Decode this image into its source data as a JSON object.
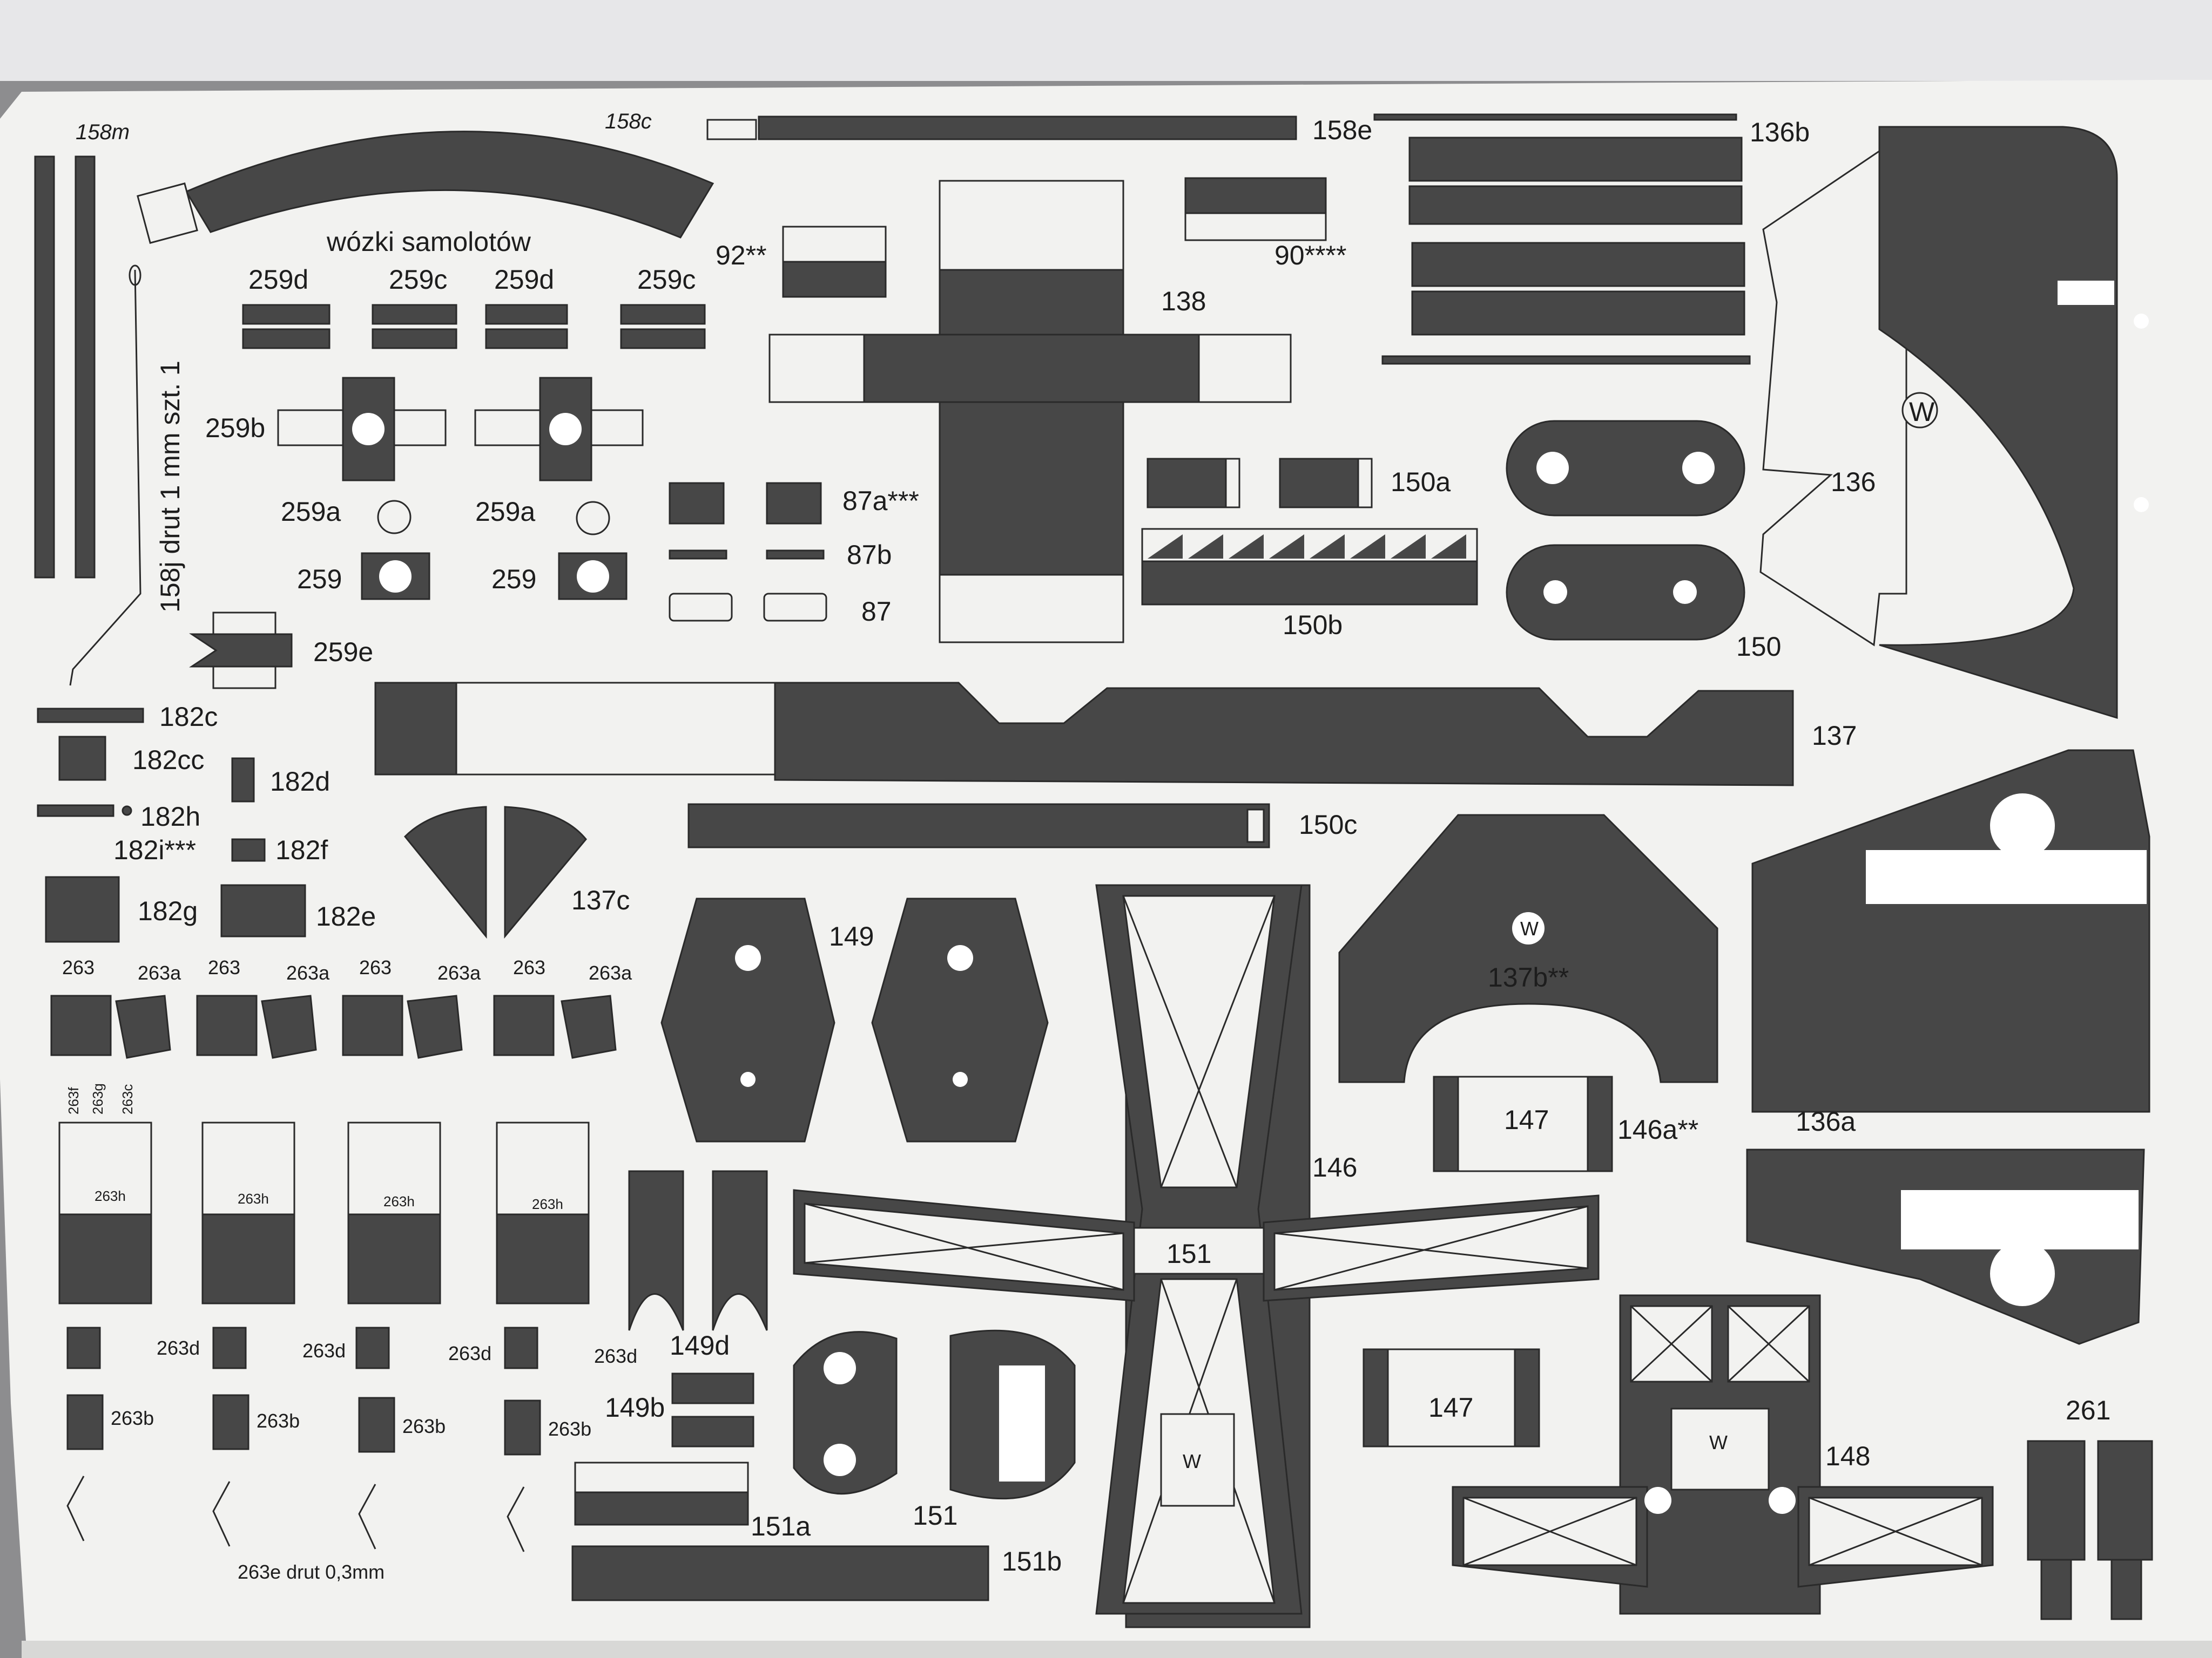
{
  "sheet": {
    "heading": "wózki samolotów",
    "wire_note_158j": "158j drut 1 mm szt. 1",
    "wire_note_263e": "263e drut 0,3mm"
  },
  "labels": {
    "p158m": "158m",
    "p158c": "158c",
    "p158e": "158e",
    "p136b": "136b",
    "p259d_1": "259d",
    "p259c_1": "259c",
    "p259d_2": "259d",
    "p259c_2": "259c",
    "p92": "92**",
    "p90": "90****",
    "p138": "138",
    "p259b": "259b",
    "p259a_1": "259a",
    "p259a_2": "259a",
    "p259_1": "259",
    "p259_2": "259",
    "p259e": "259e",
    "p87a": "87a***",
    "p87b": "87b",
    "p87": "87",
    "p150a": "150a",
    "p150b": "150b",
    "p150": "150",
    "p136": "136",
    "p182c": "182c",
    "p182cc": "182cc",
    "p182d": "182d",
    "p182h": "182h",
    "p182i": "182i***",
    "p182f": "182f",
    "p182g": "182g",
    "p182e": "182e",
    "p137": "137",
    "p150c": "150c",
    "p137c": "137c",
    "p149": "149",
    "p137b": "137b**",
    "p147_1": "147",
    "p146a": "146a**",
    "p136a": "136a",
    "p146": "146",
    "p151_center": "151",
    "p149d": "149d",
    "p149b": "149b",
    "p151a": "151a",
    "p151": "151",
    "p151b": "151b",
    "p147_2": "147",
    "p148": "148",
    "p261": "261",
    "mark_w": "W",
    "mark_w_circle": "W",
    "p263": "263",
    "p263a": "263a",
    "p263f": "263f",
    "p263g": "263g",
    "p263c": "263c",
    "p263h": "263h",
    "p263d": "263d",
    "p263b": "263b"
  },
  "colors": {
    "part_fill": "#474747",
    "paper": "#f2f2f0",
    "background": "#8d8d8f"
  }
}
